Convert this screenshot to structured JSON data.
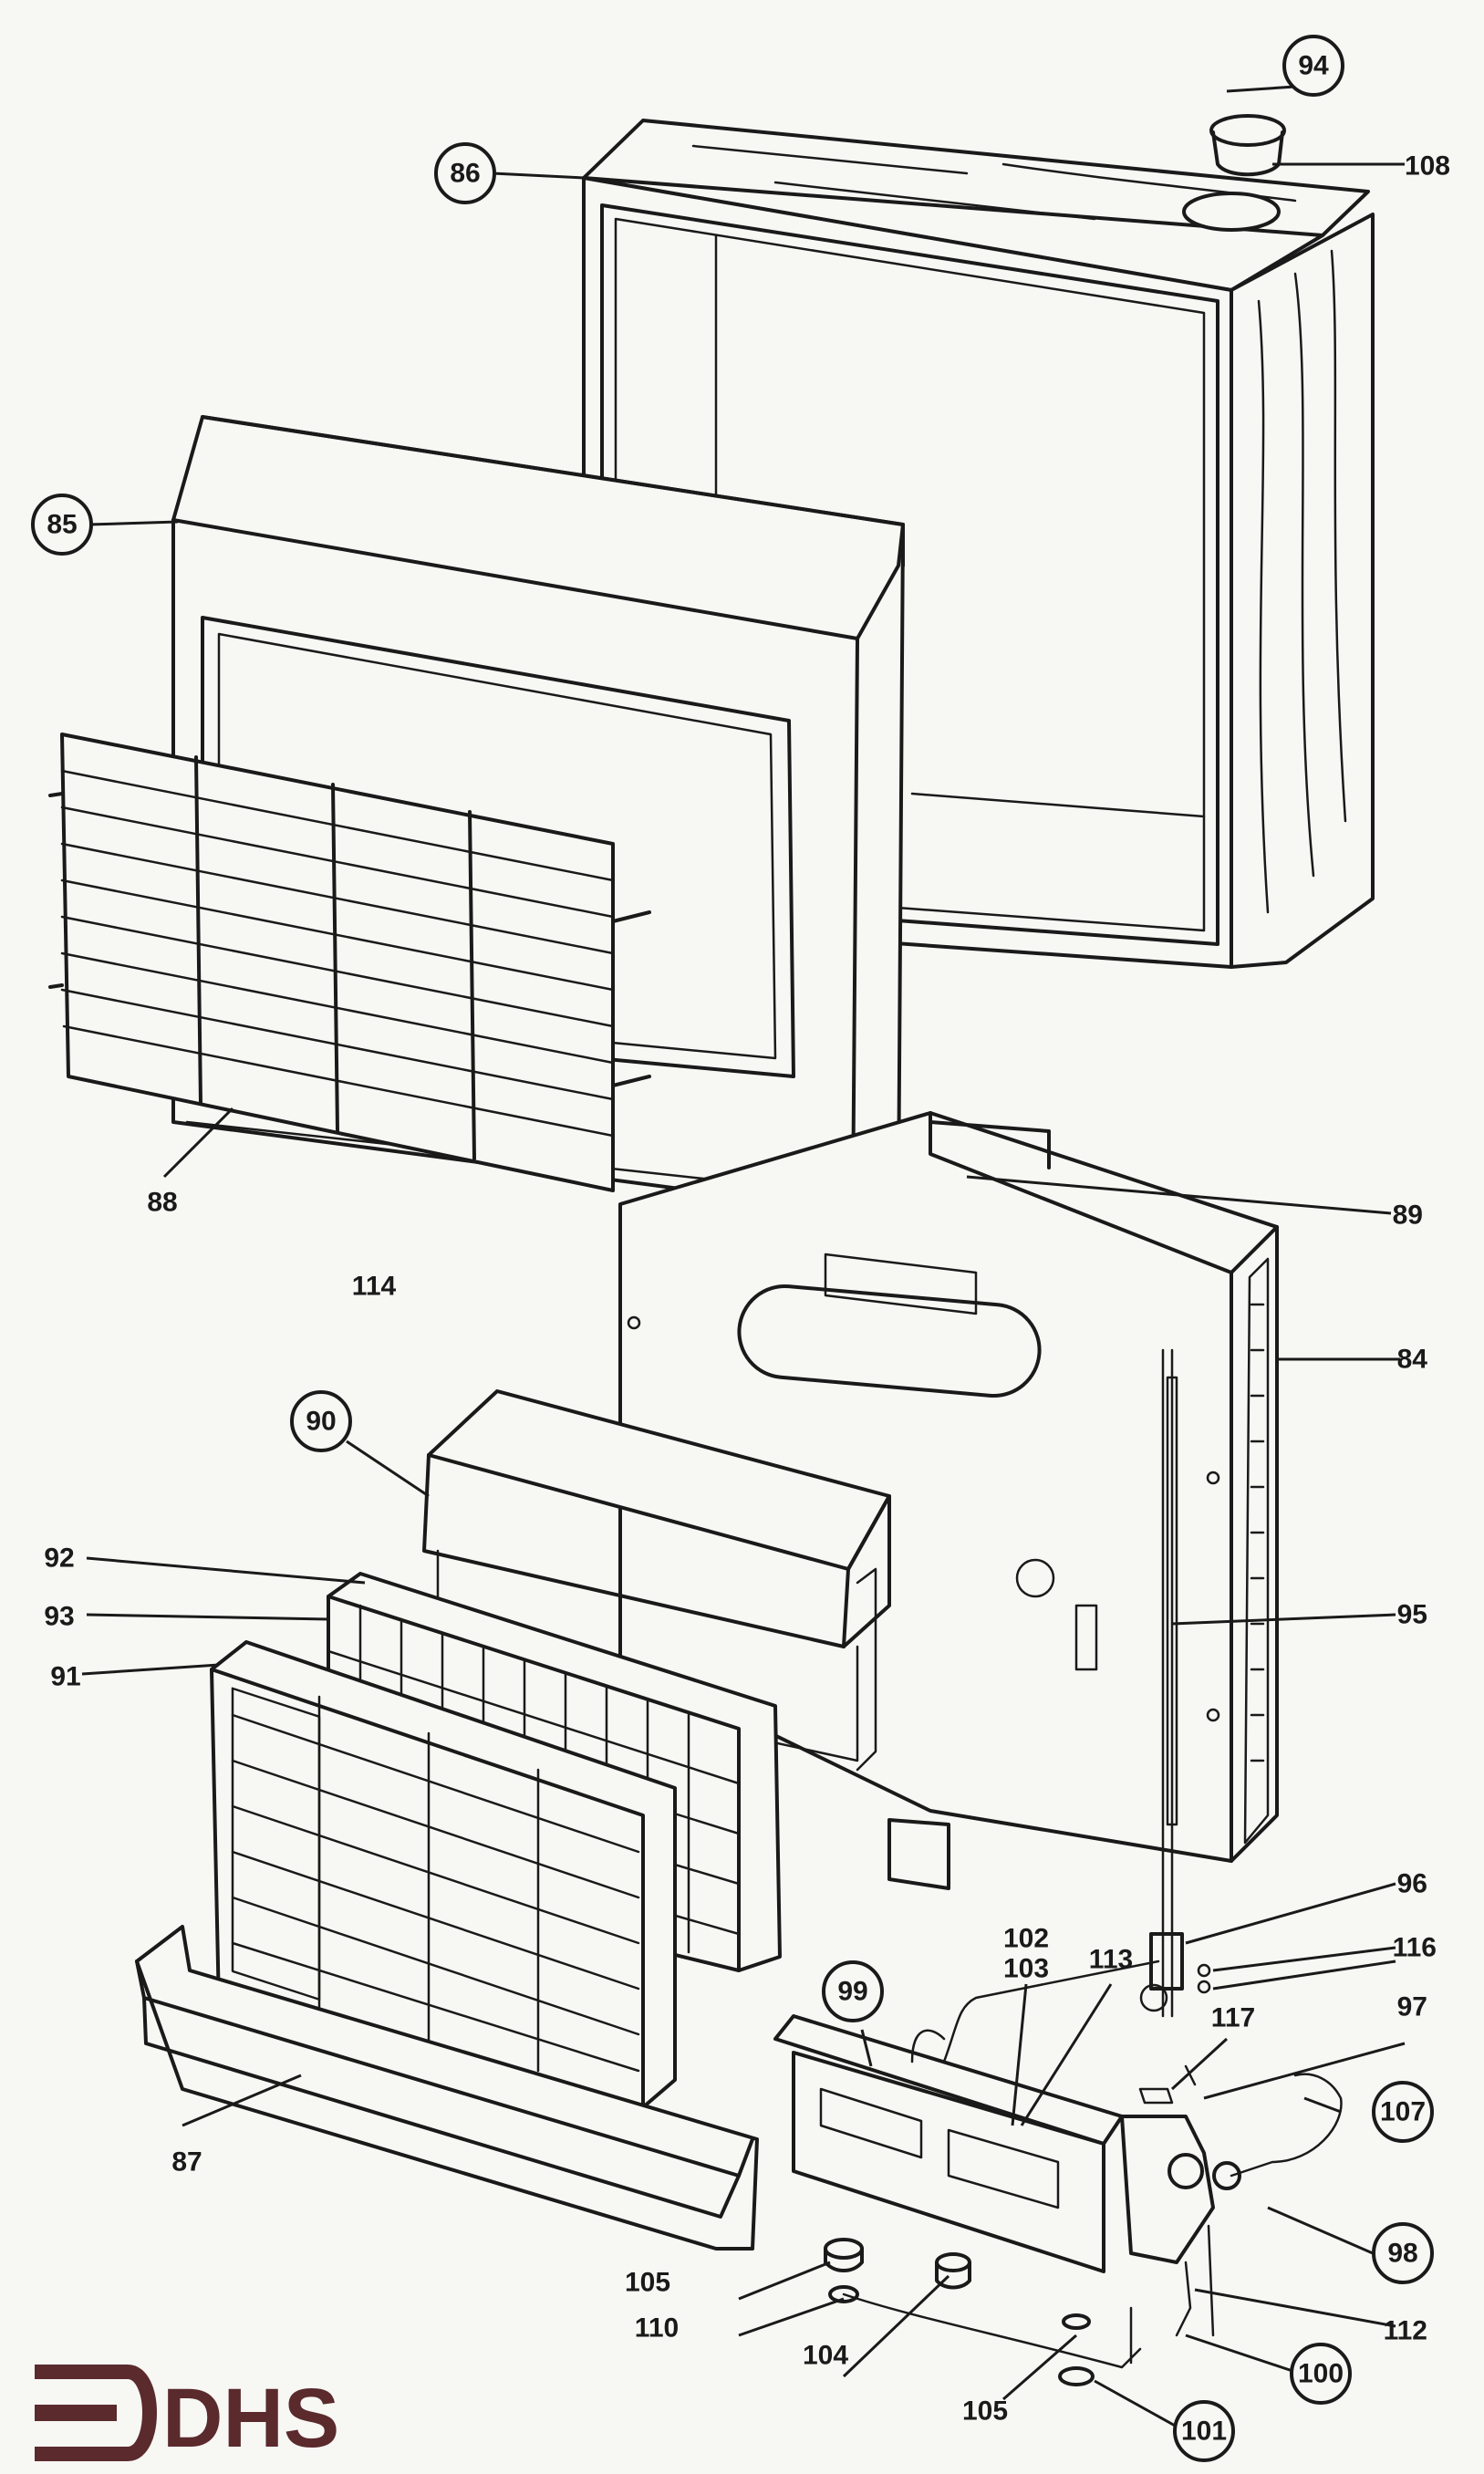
{
  "callouts": [
    {
      "id": "c86",
      "label": "86",
      "circled": true
    },
    {
      "id": "c94",
      "label": "94",
      "circled": true
    },
    {
      "id": "c108",
      "label": "108",
      "circled": false
    },
    {
      "id": "c85",
      "label": "85",
      "circled": true
    },
    {
      "id": "c88",
      "label": "88",
      "circled": false
    },
    {
      "id": "c89",
      "label": "89",
      "circled": false
    },
    {
      "id": "c114",
      "label": "114",
      "circled": false
    },
    {
      "id": "c84",
      "label": "84",
      "circled": false
    },
    {
      "id": "c90",
      "label": "90",
      "circled": true
    },
    {
      "id": "c92",
      "label": "92",
      "circled": false
    },
    {
      "id": "c93",
      "label": "93",
      "circled": false
    },
    {
      "id": "c91",
      "label": "91",
      "circled": false
    },
    {
      "id": "c95",
      "label": "95",
      "circled": false
    },
    {
      "id": "c96",
      "label": "96",
      "circled": false
    },
    {
      "id": "c116",
      "label": "116",
      "circled": false
    },
    {
      "id": "c99",
      "label": "99",
      "circled": true
    },
    {
      "id": "c102",
      "label": "102",
      "circled": false
    },
    {
      "id": "c103",
      "label": "103",
      "circled": false
    },
    {
      "id": "c113",
      "label": "113",
      "circled": false
    },
    {
      "id": "c117",
      "label": "117",
      "circled": false
    },
    {
      "id": "c97",
      "label": "97",
      "circled": false
    },
    {
      "id": "c107",
      "label": "107",
      "circled": true
    },
    {
      "id": "c87",
      "label": "87",
      "circled": false
    },
    {
      "id": "c98",
      "label": "98",
      "circled": true
    },
    {
      "id": "c105a",
      "label": "105",
      "circled": false
    },
    {
      "id": "c110",
      "label": "110",
      "circled": false
    },
    {
      "id": "c104",
      "label": "104",
      "circled": false
    },
    {
      "id": "c112",
      "label": "112",
      "circled": false
    },
    {
      "id": "c100",
      "label": "100",
      "circled": true
    },
    {
      "id": "c105b",
      "label": "105",
      "circled": false
    },
    {
      "id": "c101",
      "label": "101",
      "circled": true
    }
  ],
  "logo": {
    "text": "DHS",
    "color": "#5a2a2c",
    "icon": "arrow-bracket-icon"
  }
}
